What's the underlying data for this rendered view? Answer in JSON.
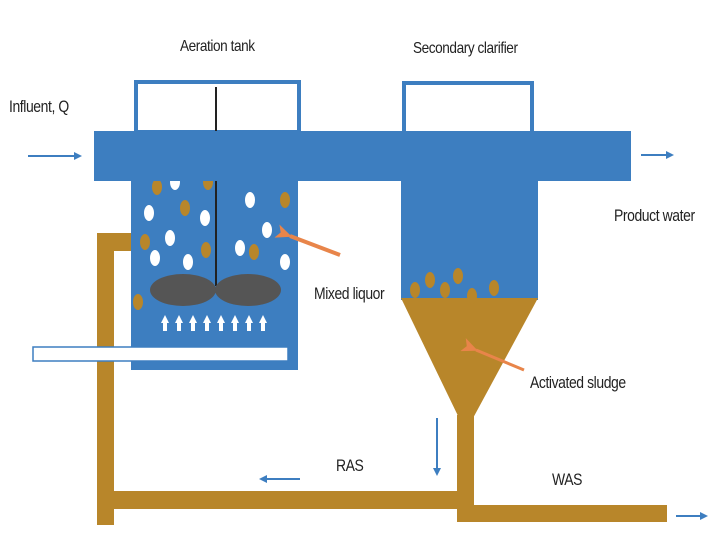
{
  "labels": {
    "aeration_tank": "Aeration tank",
    "secondary_clarifier": "Secondary clarifier",
    "influent": "Influent, Q",
    "product_water": "Product water",
    "mixed_liquor": "Mixed liquor",
    "activated_sludge": "Activated sludge",
    "ras": "RAS",
    "was": "WAS"
  },
  "colors": {
    "water": "#3d7ec0",
    "sludge": "#b8862a",
    "arrow_blue": "#3d7ec0",
    "arrow_orange": "#e8854a",
    "mixer": "#555555",
    "air_bubble": "#ffffff"
  },
  "icons": {
    "flow_arrow": "arrow-icon",
    "pointer_arrow": "pointer-arrow-icon",
    "mixer": "mixer-impeller-icon",
    "diffuser": "air-diffuser-icon"
  }
}
